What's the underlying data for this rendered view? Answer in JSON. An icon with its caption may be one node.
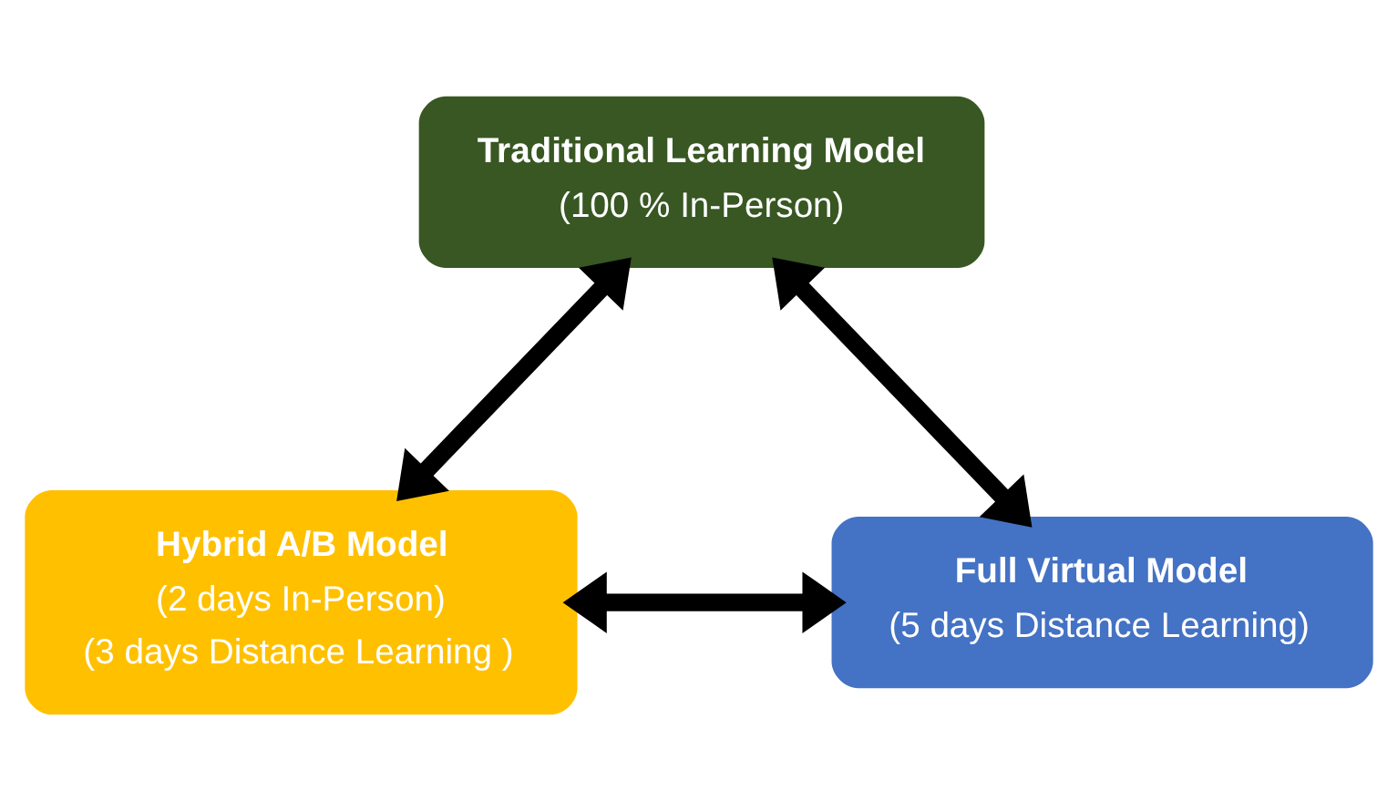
{
  "diagram": {
    "nodes": [
      {
        "text": [
          "Traditional Learning Model",
          "(100 % In-Person)"
        ]
      },
      {
        "text": [
          "Hybrid A/B Model",
          "(2 days In-Person)",
          "(3 days Distance Learning )"
        ]
      },
      {
        "text": [
          "Full Virtual Model",
          "(5 days Distance Learning)"
        ]
      }
    ],
    "edges": [
      {
        "from": 0,
        "to": 1,
        "arrow": "both"
      },
      {
        "from": 0,
        "to": 2,
        "arrow": "both"
      },
      {
        "from": 1,
        "to": 2,
        "arrow": "both"
      }
    ]
  }
}
